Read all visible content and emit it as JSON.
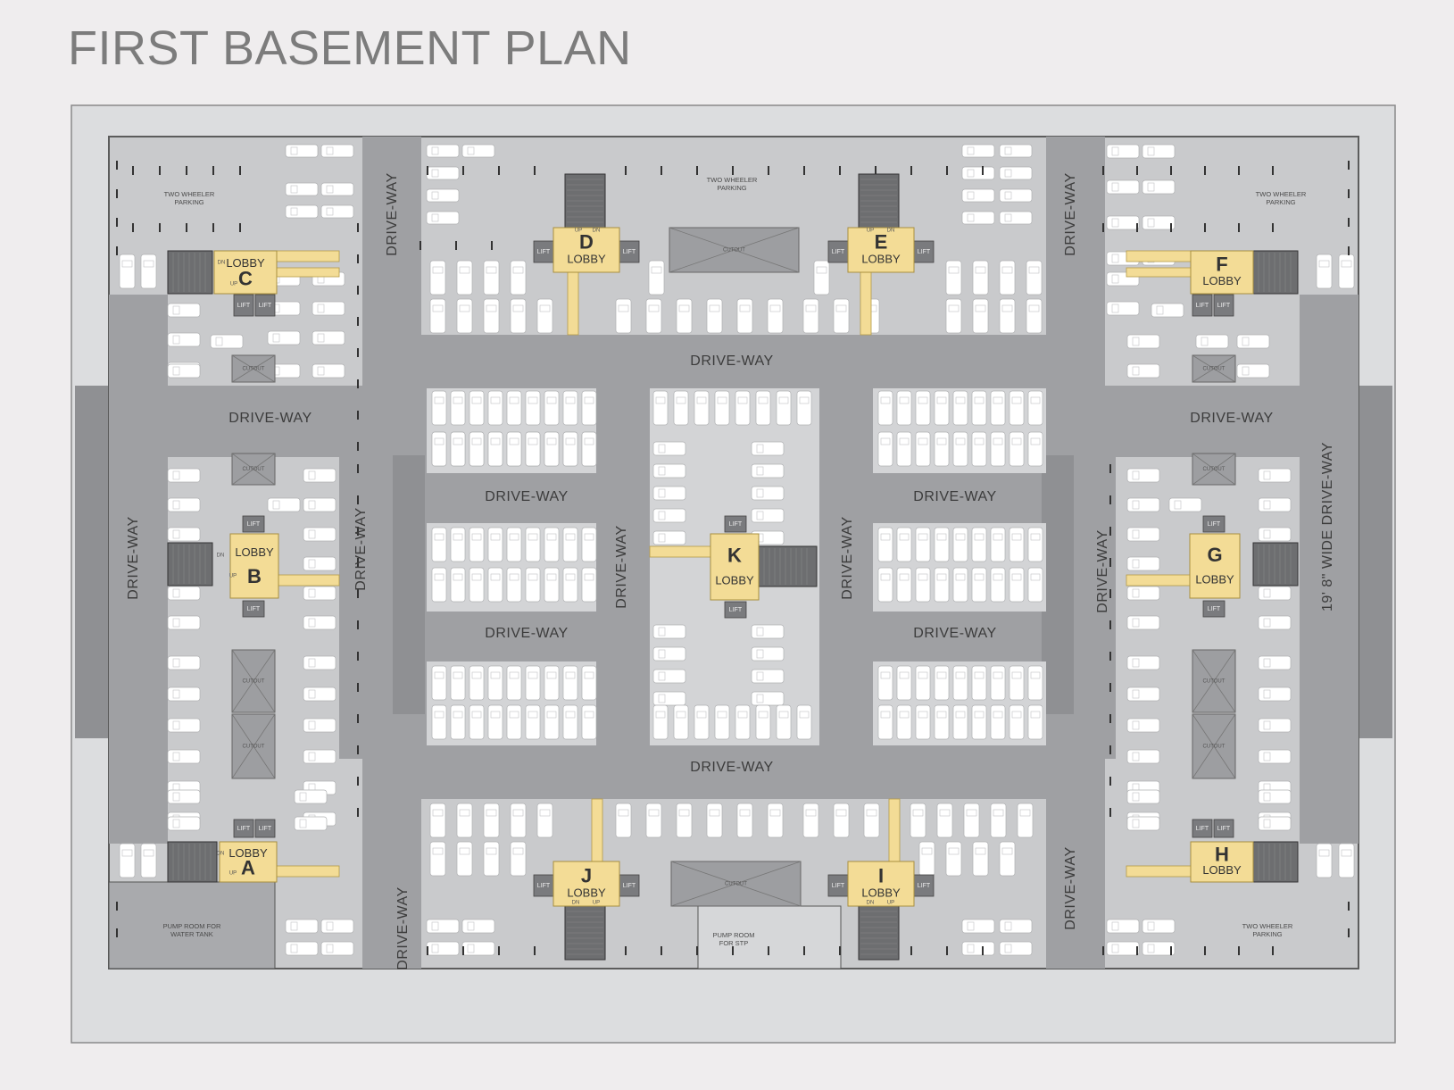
{
  "title": "FIRST BASEMENT PLAN",
  "labels": {
    "driveway": "DRIVE-WAY",
    "wide_driveway": "19' 8\" WIDE DRIVE-WAY",
    "lobby": "LOBBY",
    "lift": "LIFT",
    "cutout": "CUTOUT",
    "up": "UP",
    "dn": "DN",
    "two_wheeler_1": "TWO WHEELER",
    "two_wheeler_2": "PARKING",
    "pump_water_1": "PUMP ROOM FOR",
    "pump_water_2": "WATER TANK",
    "pump_stp_1": "PUMP ROOM",
    "pump_stp_2": "FOR STP"
  },
  "lobbies": [
    "A",
    "B",
    "C",
    "D",
    "E",
    "F",
    "G",
    "H",
    "I",
    "J",
    "K"
  ],
  "colors": {
    "background": "#efedee",
    "outer_border": "#dcdddf",
    "parking": "#c9cacc",
    "driveway": "#9fa0a3",
    "lobby": "#f3dc96",
    "stair": "#6d6e70",
    "car": "#ffffff"
  }
}
